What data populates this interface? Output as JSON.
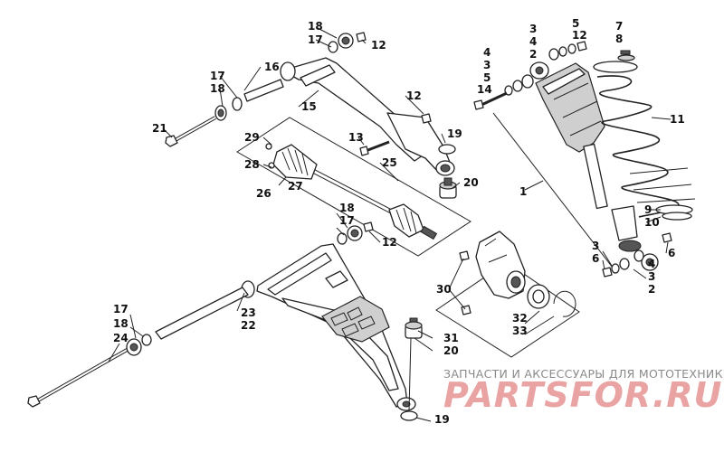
{
  "watermark": {
    "subtitle": "ЗАПЧАСТИ И АКСЕССУАРЫ ДЛЯ МОТОТЕХНИКИ",
    "brand": "PARTSFOR.RU"
  },
  "callouts": [
    "18",
    "17",
    "12",
    "16",
    "17",
    "18",
    "15",
    "12",
    "21",
    "29",
    "28",
    "26",
    "27",
    "13",
    "25",
    "19",
    "20",
    "1",
    "3",
    "4",
    "2",
    "5",
    "12",
    "4",
    "3",
    "5",
    "14",
    "7",
    "8",
    "11",
    "9",
    "10",
    "18",
    "17",
    "12",
    "3",
    "6",
    "4",
    "3",
    "2",
    "6",
    "30",
    "23",
    "22",
    "17",
    "18",
    "24",
    "31",
    "20",
    "32",
    "33",
    "19"
  ]
}
